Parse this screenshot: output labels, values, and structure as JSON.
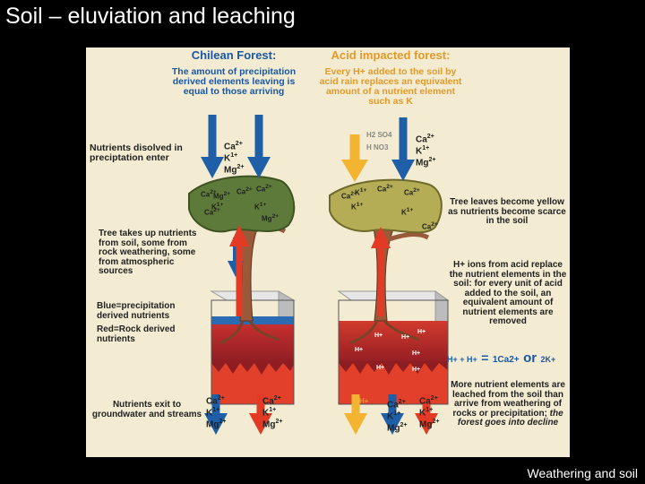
{
  "slide_title": "Soil – eluviation and leaching",
  "footer": "Weathering and soil",
  "chilean": {
    "title": "Chilean Forest:",
    "desc": "The amount of precipitation derived elements leaving is equal to those arriving"
  },
  "acid": {
    "title": "Acid impacted forest:",
    "desc": "Every H+ added to the soil by acid rain replaces an equivalent amount of a nutrient element such as K"
  },
  "labels": {
    "nutrients_enter": "Nutrients disolved in preciptation enter",
    "tree_takes_up": "Tree takes up nutrients from soil, some from rock weathering, some from atmospheric sources",
    "blue_legend": "Blue=precipitation derived nutrients",
    "red_legend": "Red=Rock derived nutrients",
    "nutrients_exit": "Nutrients exit to groundwater and streams",
    "leaves_yellow": "Tree leaves become yellow as nutrients become scarce in the soil",
    "h_ions": "H+ ions from acid replace the nutrient elements in the soil: for every unit of acid added to the soil, an equivalent amount of nutrient elements are removed",
    "more_leached": "More nutrient elements are leached from the soil than arrive from weathering of rocks or precipitation;",
    "decline": "the forest goes into decline"
  },
  "equation": {
    "lhs": "H+ + H+",
    "eq": "=",
    "ca": "1Ca2+",
    "or": "or",
    "k": "2K+"
  },
  "elements": {
    "ca": "Ca",
    "k": "K",
    "mg": "Mg",
    "ca_sup": "2+",
    "k_sup": "1+",
    "mg_sup": "2+",
    "acid_so4": "H2 SO4",
    "acid_hno3": "H NO3",
    "h_plus": "H+"
  },
  "colors": {
    "background": "#000000",
    "panel": "#f3ecd2",
    "blue_arrow": "#1f5fa8",
    "red_arrow": "#e23a25",
    "yellow_arrow": "#f2b431",
    "healthy_canopy": "#5d7a3a",
    "yellow_canopy": "#b4ad55",
    "soil": "#b0242a",
    "trunk": "#9a5a3a"
  }
}
